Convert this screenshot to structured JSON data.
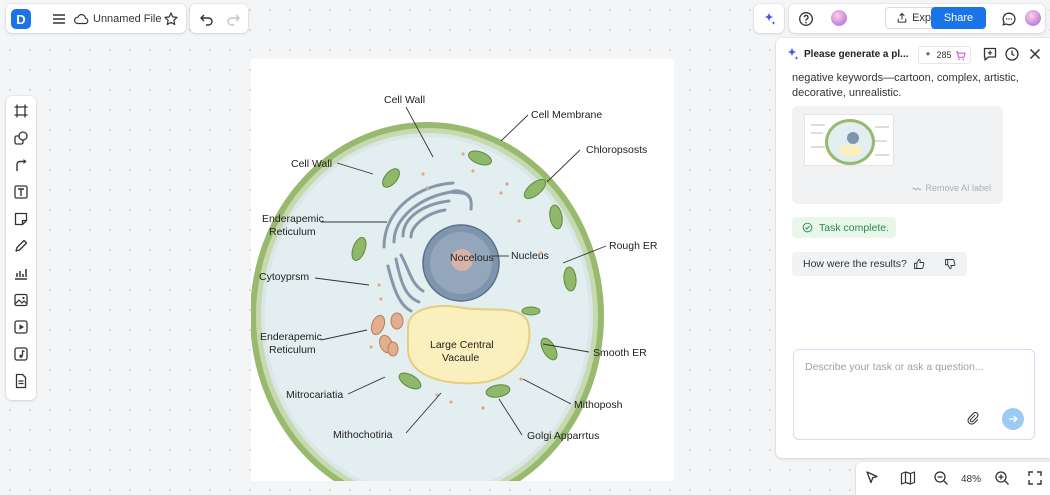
{
  "app": {
    "logo_letter": "D",
    "file_name": "Unnamed File"
  },
  "toolbar": {
    "export_label": "Export",
    "share_label": "Share"
  },
  "ai_panel": {
    "title": "Please generate a pl...",
    "credits": "285",
    "message": "negative keywords—cartoon, complex, artistic, decorative, unrealistic.",
    "remove_label": "Remove AI label",
    "task_status": "Task complete.",
    "feedback_question": "How were the results?",
    "input_placeholder": "Describe your task or ask a question..."
  },
  "zoom": {
    "level": "48%"
  },
  "diagram": {
    "labels": {
      "cell_wall_top": "Cell Wall",
      "cell_membrane": "Cell Membrane",
      "chloroplasts": "Chloropsosts",
      "cell_wall_left": "Cell Wall",
      "er_top_1": "Enderapemic",
      "er_top_2": "Reticulum",
      "nucleolus": "Nocelous",
      "nucleus": "Nucleus",
      "rough_er": "Rough ER",
      "cytoplasm": "Cytoyprsm",
      "er_bottom_1": "Enderapemic",
      "er_bottom_2": "Reticulum",
      "vacuole_1": "Large Central",
      "vacuole_2": "Vacaule",
      "smooth_er": "Smooth ER",
      "mitochondria_left": "Mitrocariatia",
      "mithoposh": "Mithoposh",
      "mithochotiria": "Mithochotiria",
      "golgi": "Golgi Apparrtus"
    }
  },
  "colors": {
    "primary": "#1a73e8",
    "cell_wall": "#97ba6e",
    "cytoplasm": "#e3eef0",
    "nucleus": "#7f95ad",
    "vacuole": "#faf0be",
    "chloroplast": "#8fb86b"
  },
  "icons": {
    "left_tools": [
      "frame-icon",
      "shapes-icon",
      "connector-icon",
      "text-icon",
      "sticky-note-icon",
      "pen-icon",
      "chart-icon",
      "image-icon",
      "video-icon",
      "music-icon",
      "document-icon"
    ]
  }
}
